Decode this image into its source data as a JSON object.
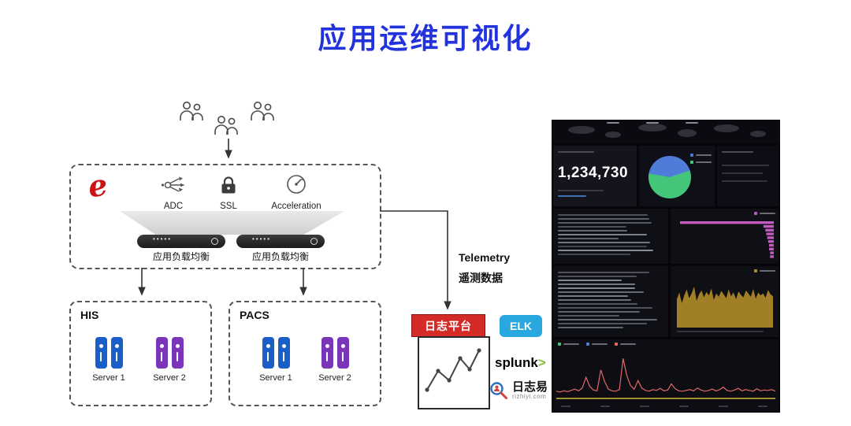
{
  "title": "应用运维可视化",
  "colors": {
    "title_blue": "#2233dd",
    "server_blue": "#1a5fc8",
    "server_purple": "#7a35b8",
    "log_platform_red": "#d42b28",
    "elk_blue": "#29a8e0",
    "splunk_green": "#84bd38",
    "pie_blue": "#4f7bd9",
    "pie_green": "#43c57a",
    "bar_magenta": "#c45ac0",
    "area_gold": "#b08c28",
    "line_red": "#e06868",
    "baseline_yellow": "#cdbb3f"
  },
  "flow": {
    "gateway": {
      "features": [
        {
          "label": "ADC"
        },
        {
          "label": "SSL"
        },
        {
          "label": "Acceleration"
        }
      ],
      "load_balancers": [
        "应用负载均衡",
        "应用负载均衡"
      ]
    },
    "clusters": [
      {
        "title": "HIS",
        "servers": [
          {
            "label": "Server 1"
          },
          {
            "label": "Server 2"
          }
        ]
      },
      {
        "title": "PACS",
        "servers": [
          {
            "label": "Server 1"
          },
          {
            "label": "Server 2"
          }
        ]
      }
    ],
    "telemetry_en": "Telemetry",
    "telemetry_zh": "遥测数据",
    "log_platform": "日志平台",
    "tools": {
      "elk": "ELK",
      "splunk": "splunk",
      "splunk_arrow": ">",
      "rizhiyi": "日志易",
      "rizhiyi_domain": "rizhiyi.com"
    }
  },
  "dashboard": {
    "kpi_value": "1,234,730",
    "chart_data": [
      {
        "type": "pie",
        "values": [
          42,
          58
        ],
        "colors": [
          "#4f7bd9",
          "#43c57a"
        ],
        "legend_position": "top-right"
      },
      {
        "type": "bar",
        "orientation": "horizontal-right-aligned",
        "color": "#c45ac0",
        "values": [
          100,
          11,
          9,
          8,
          7,
          6,
          5,
          5,
          4,
          4
        ]
      },
      {
        "type": "area",
        "color": "#b08c28",
        "values": [
          58,
          72,
          50,
          66,
          78,
          60,
          70,
          84,
          55,
          68,
          76,
          62,
          73,
          66,
          80,
          57,
          70,
          63,
          75,
          68,
          60,
          78,
          64,
          72,
          58,
          74,
          67,
          62,
          76,
          70,
          63,
          79,
          59,
          72,
          66,
          70,
          61,
          77,
          68,
          64
        ]
      },
      {
        "type": "line",
        "color": "#e06868",
        "baseline_color": "#cdbb3f",
        "values": [
          8,
          6,
          9,
          7,
          10,
          13,
          9,
          16,
          42,
          20,
          11,
          9,
          60,
          32,
          13,
          9,
          8,
          12,
          88,
          46,
          22,
          13,
          34,
          16,
          10,
          8,
          12,
          10,
          15,
          9,
          11,
          26,
          14,
          9,
          8,
          10,
          12,
          9,
          16,
          11,
          8,
          10,
          13,
          9,
          12,
          18,
          10,
          8,
          11,
          15,
          9,
          12,
          10,
          8,
          14,
          9,
          11,
          10,
          12,
          8
        ]
      }
    ]
  }
}
